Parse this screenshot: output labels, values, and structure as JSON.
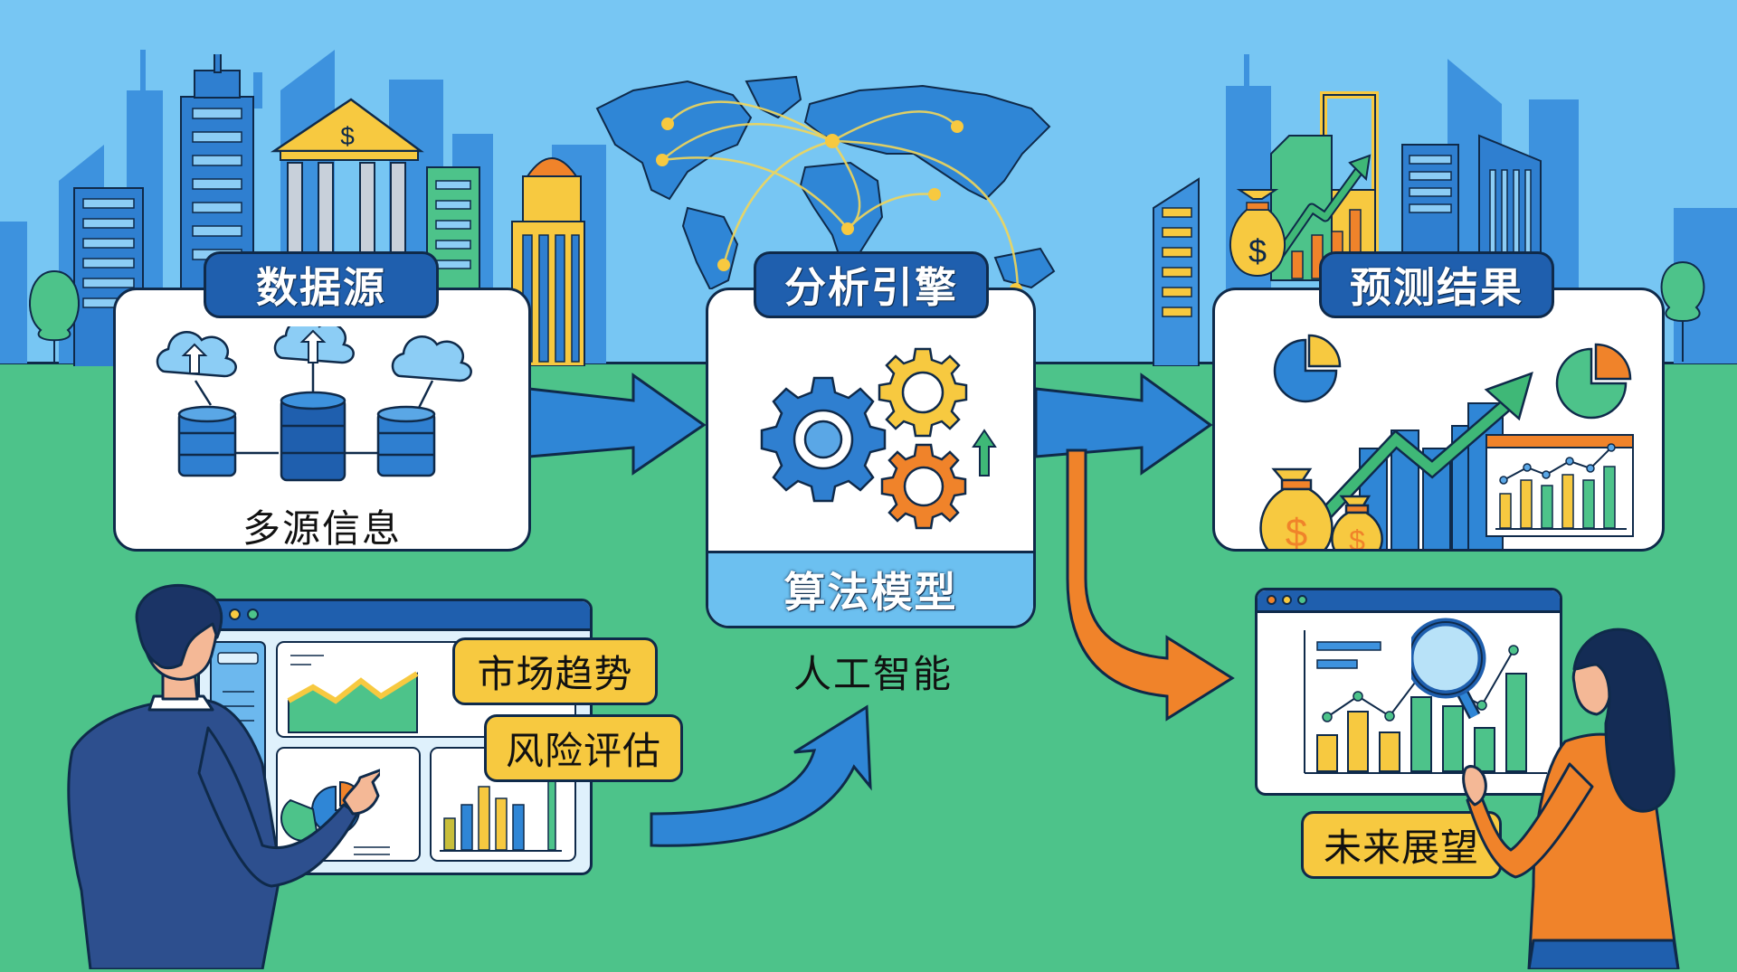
{
  "colors": {
    "sky": "#77c6f3",
    "ground": "#4dc38a",
    "navy_outline": "#0f2a4a",
    "label_blue": "#1f5fae",
    "accent_yellow": "#f7c940",
    "accent_orange": "#f0832a",
    "accent_green": "#3fb877",
    "flow_arrow_blue": "#2f86d6"
  },
  "stages": [
    {
      "title": "数据源",
      "caption": "多源信息",
      "icon": "cloud-database-icon"
    },
    {
      "title": "分析引擎",
      "band": "算法模型",
      "caption": "人工智能",
      "icon": "gears-icon"
    },
    {
      "title": "预测结果",
      "icon": "growth-chart-icon"
    }
  ],
  "left_dashboard": {
    "tags": [
      "市场趋势",
      "风险评估"
    ]
  },
  "right_dashboard": {
    "tag": "未来展望"
  },
  "background": {
    "map": "world-network-map",
    "bank_symbol": "$"
  }
}
